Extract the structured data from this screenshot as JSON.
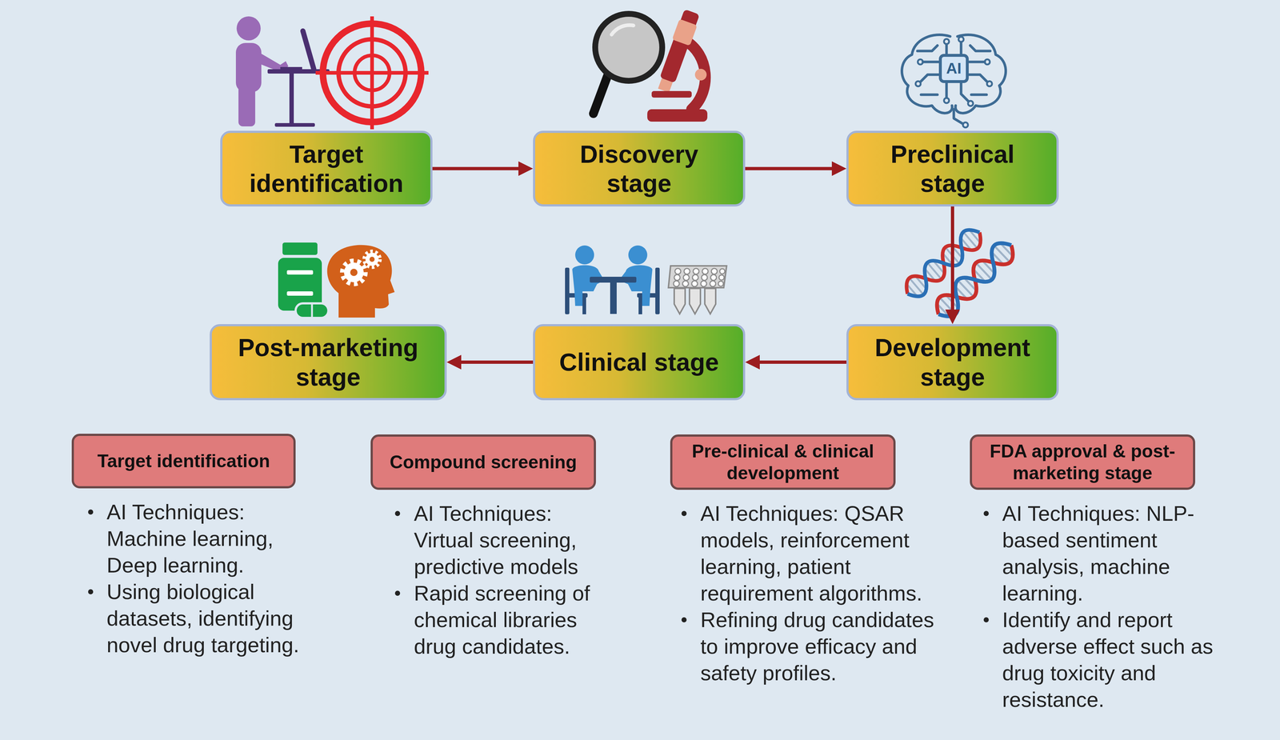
{
  "diagram": {
    "nodes": [
      {
        "text": [
          "Target identification"
        ]
      },
      {
        "text": [
          "Discovery stage"
        ]
      },
      {
        "text": [
          "Preclinical stage"
        ]
      },
      {
        "text": [
          "Post-marketing stage"
        ]
      },
      {
        "text": [
          "Clinical stage"
        ]
      },
      {
        "text": [
          "Development stage"
        ]
      },
      {
        "text": [
          "Target identification",
          "AI Techniques: Machine learning, Deep learning.",
          "Using biological datasets, identifying novel drug targeting."
        ]
      },
      {
        "text": [
          "Compound screening",
          "AI Techniques: Virtual screening, predictive models",
          "Rapid screening of chemical libraries drug candidates."
        ]
      },
      {
        "text": [
          "Pre-clinical & clinical development",
          "AI Techniques: QSAR models, reinforcement learning, patient requirement algorithms.",
          "Refining drug candidates to improve efficacy and safety profiles."
        ]
      },
      {
        "text": [
          "FDA approval & post-marketing stage",
          "AI Techniques: NLP-based sentiment analysis, machine learning.",
          "Identify and report adverse effect such as drug toxicity and resistance."
        ]
      }
    ],
    "edges": [
      {
        "from": 0,
        "to": 1,
        "arrow": "to"
      },
      {
        "from": 1,
        "to": 2,
        "arrow": "to"
      },
      {
        "from": 2,
        "to": 5,
        "arrow": "to"
      },
      {
        "from": 5,
        "to": 4,
        "arrow": "to"
      },
      {
        "from": 4,
        "to": 3,
        "arrow": "to"
      }
    ],
    "labels": [
      "AI"
    ]
  }
}
